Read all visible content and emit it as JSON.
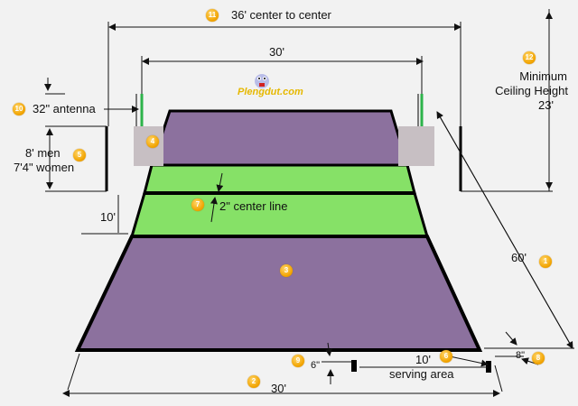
{
  "labels": {
    "center_to_center": "36' center to center",
    "width_top": "30'",
    "min_ceiling_line1": "Minimum",
    "min_ceiling_line2": "Ceiling Height",
    "min_ceiling_line3": "23'",
    "antenna": "32\" antenna",
    "net_height_men": "8'  men",
    "net_height_women": "7'4\" women",
    "ten_ft": "10'",
    "center_line": "2\" center line",
    "sixty_ft": "60'",
    "six_in": "6\"",
    "serving_ten": "10'",
    "serving_area": "serving area",
    "eight_in": "8\"",
    "width_bottom": "30'"
  },
  "badges": [
    "1",
    "2",
    "3",
    "4",
    "5",
    "6",
    "7",
    "8",
    "9",
    "10",
    "11",
    "12"
  ],
  "logo_text": "Plengdut.com",
  "colors": {
    "court_purple": "#8c719e",
    "attack_green": "#86e167",
    "net_post_gray": "#c7bfc3",
    "antenna_green": "#2db34a",
    "badge_orange": "#f2a400"
  }
}
